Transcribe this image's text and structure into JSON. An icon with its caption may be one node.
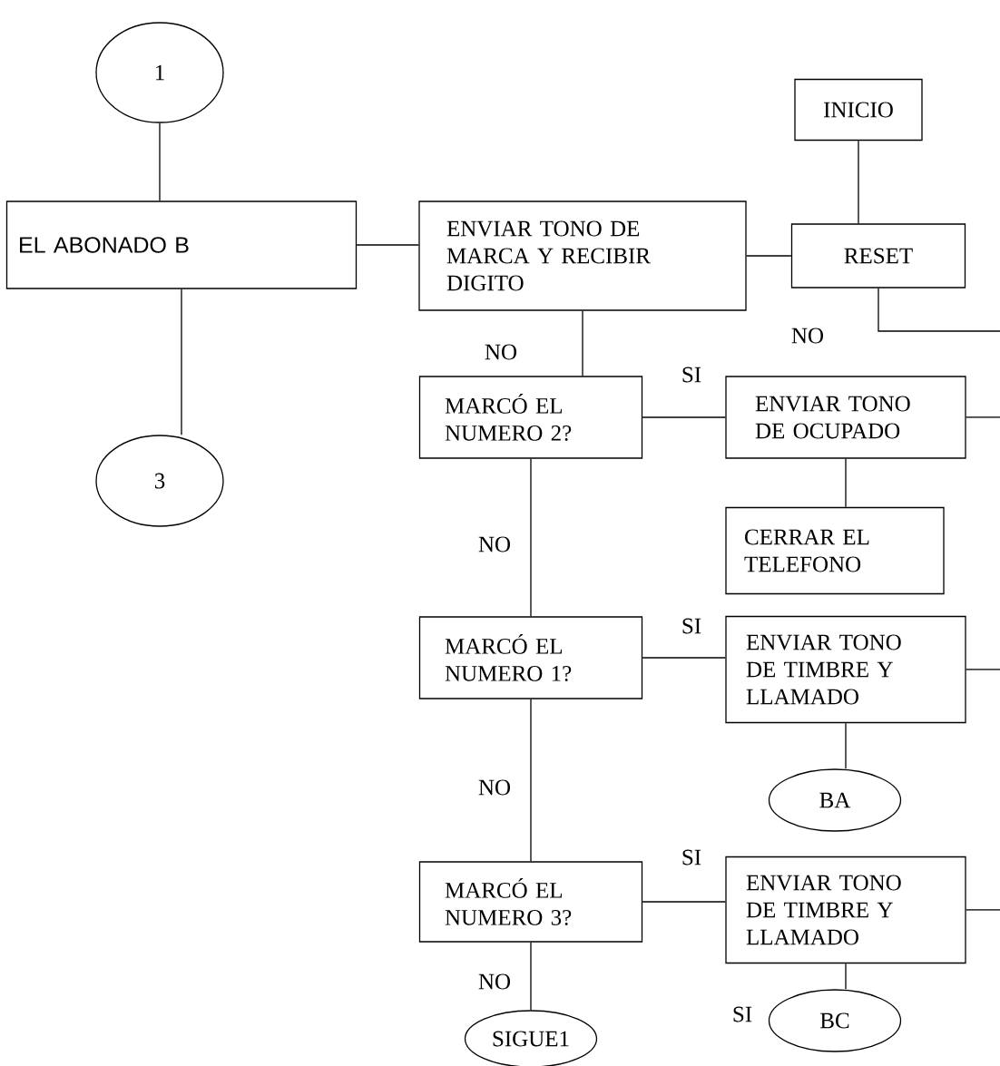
{
  "diagram": {
    "nodes": [
      {
        "text": [
          "1"
        ]
      },
      {
        "text": [
          "INICIO"
        ]
      },
      {
        "text": [
          "EL ABONADO B"
        ]
      },
      {
        "text": [
          "ENVIAR TONO DE MARCA Y RECIBIR DIGITO"
        ]
      },
      {
        "text": [
          "RESET"
        ]
      },
      {
        "text": [
          "MARCÓ EL NUMERO 2?"
        ]
      },
      {
        "text": [
          "ENVIAR TONO DE OCUPADO"
        ]
      },
      {
        "text": [
          "3"
        ]
      },
      {
        "text": [
          "CERRAR EL TELEFONO"
        ]
      },
      {
        "text": [
          "MARCÓ EL NUMERO 1?"
        ]
      },
      {
        "text": [
          "ENVIAR TONO DE TIMBRE Y LLAMADO"
        ]
      },
      {
        "text": [
          "BA"
        ]
      },
      {
        "text": [
          "MARCÓ EL NUMERO 3?"
        ]
      },
      {
        "text": [
          "ENVIAR TONO DE TIMBRE Y LLAMADO"
        ]
      },
      {
        "text": [
          "SIGUE1"
        ]
      },
      {
        "text": [
          "BC"
        ]
      }
    ],
    "edges": [
      {
        "from": 0,
        "to": 2,
        "arrow": "none"
      },
      {
        "from": 2,
        "to": 7,
        "arrow": "none"
      },
      {
        "from": 2,
        "to": 3,
        "arrow": "none"
      },
      {
        "from": 1,
        "to": 4,
        "arrow": "none"
      },
      {
        "from": 3,
        "to": 4,
        "arrow": "none"
      },
      {
        "from": 4,
        "to": null,
        "arrow": "none",
        "label": "NO"
      },
      {
        "from": 3,
        "to": 5,
        "arrow": "none",
        "label": "NO"
      },
      {
        "from": 5,
        "to": 6,
        "arrow": "none",
        "label": "SI"
      },
      {
        "from": 6,
        "to": null,
        "arrow": "none"
      },
      {
        "from": 6,
        "to": 8,
        "arrow": "none"
      },
      {
        "from": 5,
        "to": 9,
        "arrow": "none",
        "label": "NO"
      },
      {
        "from": 9,
        "to": 10,
        "arrow": "none",
        "label": "SI"
      },
      {
        "from": 10,
        "to": null,
        "arrow": "none"
      },
      {
        "from": 10,
        "to": 11,
        "arrow": "none"
      },
      {
        "from": 9,
        "to": 12,
        "arrow": "none",
        "label": "NO"
      },
      {
        "from": 12,
        "to": 13,
        "arrow": "none",
        "label": "SI"
      },
      {
        "from": 13,
        "to": null,
        "arrow": "none"
      },
      {
        "from": 13,
        "to": 15,
        "arrow": "none"
      },
      {
        "from": 12,
        "to": 14,
        "arrow": "none",
        "label": "NO"
      }
    ],
    "labels": [
      "SI"
    ]
  }
}
